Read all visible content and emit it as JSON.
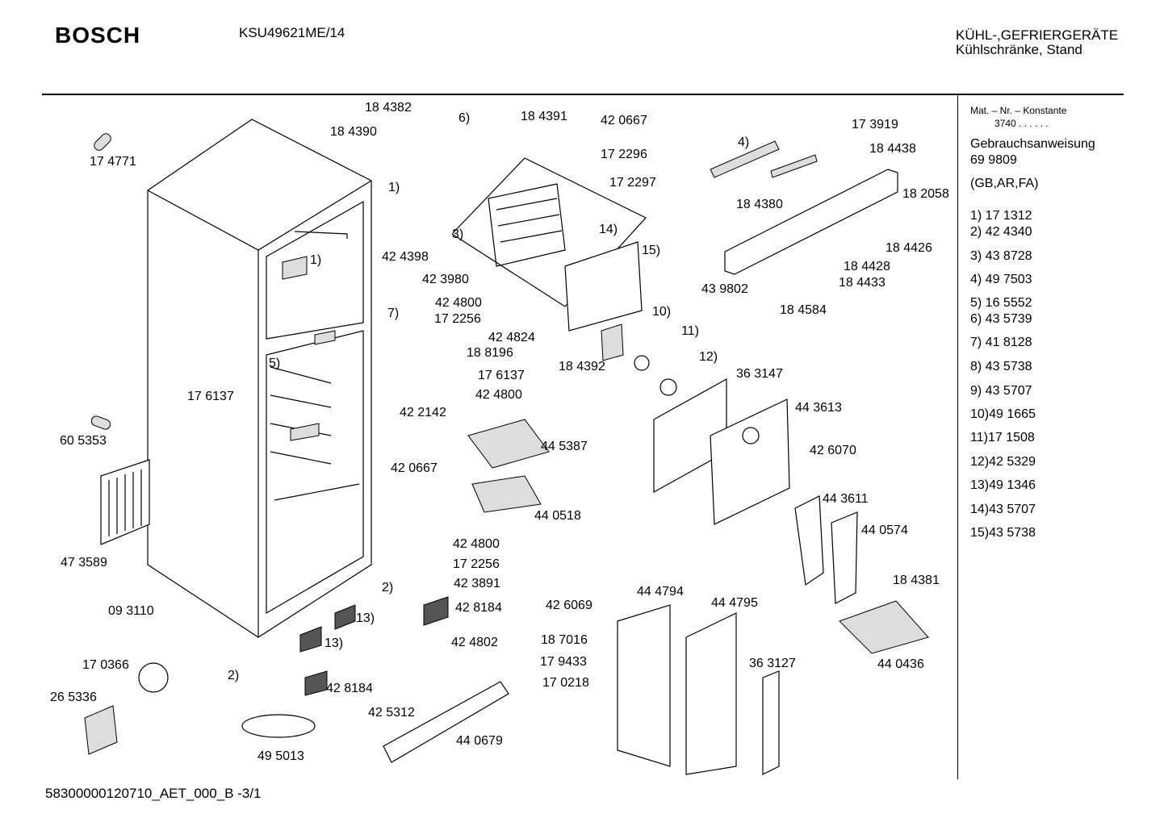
{
  "header": {
    "brand": "BOSCH",
    "model": "KSU49621ME/14",
    "category_line1": "KÜHL-,GEFRIERGERÄTE",
    "category_line2": "Kühlschränke, Stand"
  },
  "sidebar": {
    "mat_nr_label": "Mat. – Nr. – Konstante",
    "mat_nr_value": "3740 . . . . . .",
    "manual_label": "Gebrauchsanweisung",
    "manual_number": "69 9809",
    "manual_languages": "(GB,AR,FA)",
    "legend": [
      "1) 17 1312",
      "2) 42 4340",
      "3) 43 8728",
      "4) 49 7503",
      "5) 16 5552",
      "6) 43 5739",
      "7) 41 8128",
      "8) 43 5738",
      "9) 43 5707",
      "10)49 1665",
      "11)17 1508",
      "12)42 5329",
      "13)49 1346",
      "14)43 5707",
      "15)43 5738"
    ]
  },
  "parts": [
    "18 4382",
    "18 4390",
    "6)",
    "18 4391",
    "42 0667",
    "17 2296",
    "17 2297",
    "4)",
    "17 3919",
    "18 4438",
    "18 2058",
    "18 4380",
    "18 4426",
    "18 4428",
    "18 4433",
    "43 9802",
    "18 4584",
    "17 4771",
    "1)",
    "42 4398",
    "42 3980",
    "3)",
    "14)",
    "15)",
    "1)",
    "42 4800",
    "17 2256",
    "7)",
    "42 4824",
    "18 8196",
    "17 6137",
    "42 4800",
    "5)",
    "17 6137",
    "10)",
    "11)",
    "12)",
    "18 4392",
    "36 3147",
    "44 3613",
    "42 2142",
    "44 5387",
    "42 6070",
    "60 5353",
    "42 0667",
    "44 0518",
    "44 3611",
    "44 0574",
    "47 3589",
    "42 4800",
    "17 2256",
    "42 3891",
    "42 8184",
    "42 4802",
    "2)",
    "13)",
    "13)",
    "09 3110",
    "18 4381",
    "44 4794",
    "44 4795",
    "42 6069",
    "44 0436",
    "18 7016",
    "17 9433",
    "17 0218",
    "36 3127",
    "17 0366",
    "2)",
    "42 8184",
    "26 5336",
    "42 5312",
    "44 0679",
    "49 5013"
  ],
  "footer": {
    "code": "58300000120710_AET_000_B   -3/1"
  }
}
